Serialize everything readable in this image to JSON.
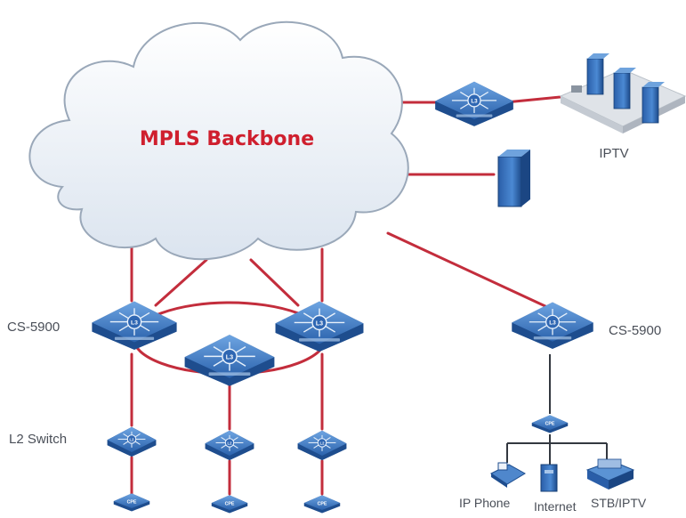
{
  "diagram": {
    "backbone_label": "MPLS Backbone",
    "iptv_label": "IPTV",
    "aggregation_label_left": "CS-5900",
    "aggregation_label_right": "CS-5900",
    "access_label": "L2 Switch",
    "terminals": {
      "ip_phone": "IP Phone",
      "internet": "Internet",
      "stb_iptv": "STB/IPTV"
    }
  },
  "colors": {
    "link_red": "#c32d3c",
    "switch_blue": "#3572b9",
    "cloud_fill": "#eef3f9",
    "cloud_stroke": "#9aa8b9",
    "title_red": "#cf1f2e"
  },
  "icons": {
    "cloud": "cloud-icon",
    "l3_switch": "l3-switch-icon",
    "l2_switch": "l2-switch-icon",
    "cpe": "cpe-icon",
    "server_rack": "server-rack-icon",
    "server": "server-icon",
    "phone": "ip-phone-icon",
    "pc": "pc-icon",
    "stb": "stb-icon"
  }
}
